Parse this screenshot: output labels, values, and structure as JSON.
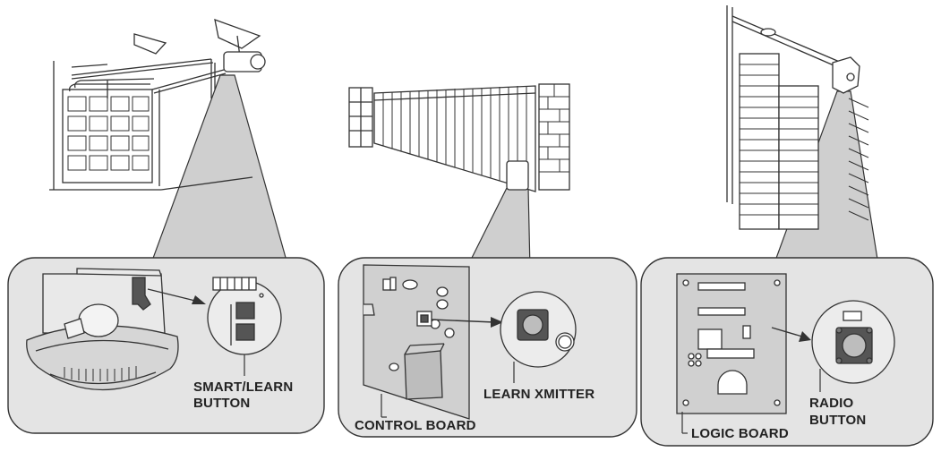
{
  "colors": {
    "line": "#333333",
    "panel_fill": "#e4e4e4",
    "component_fill": "#bfbfbf",
    "board_fill": "#d0d0d0",
    "beam_fill": "#cfcfcf",
    "bg": "#ffffff"
  },
  "panels": [
    {
      "scene": "garage-door-opener",
      "labels": [
        "SMART/LEARN",
        "BUTTON"
      ]
    },
    {
      "scene": "swing-gate-opener",
      "labels": [
        "LEARN XMITTER",
        "CONTROL BOARD"
      ]
    },
    {
      "scene": "jackshaft-opener",
      "labels": [
        "RADIO",
        "BUTTON",
        "LOGIC BOARD"
      ]
    }
  ]
}
